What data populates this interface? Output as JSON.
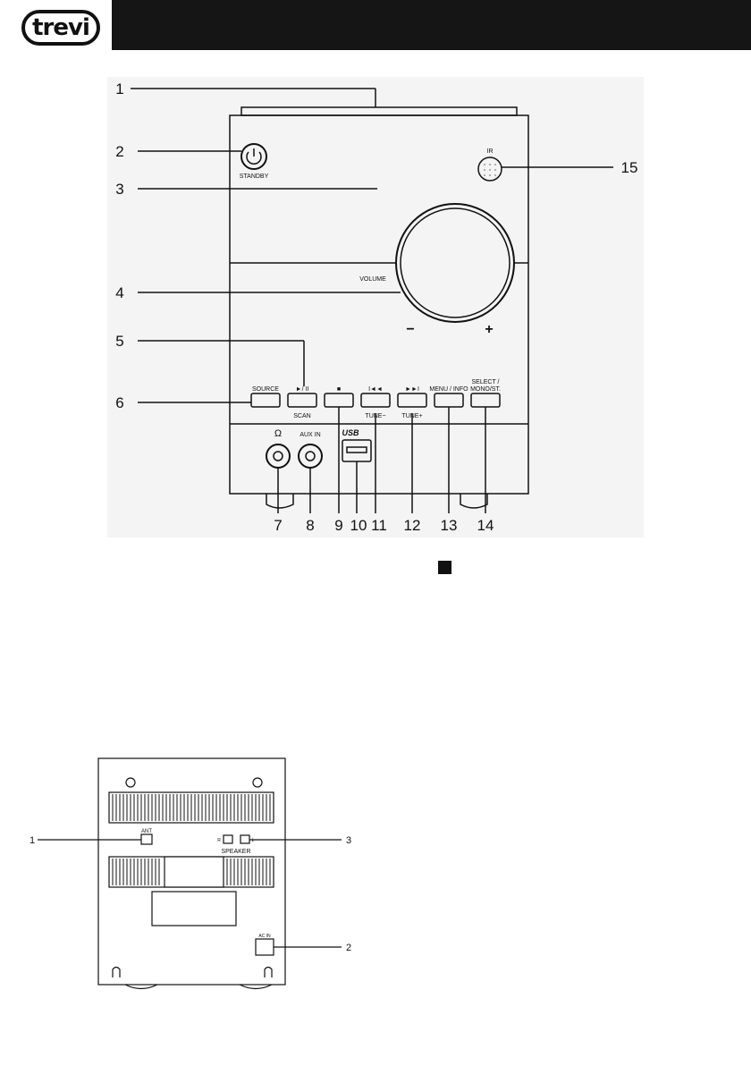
{
  "logo": {
    "text": "trevi"
  },
  "front_panel": {
    "labels": {
      "standby": "STANDBY",
      "ir": "IR",
      "volume": "VOLUME",
      "minus": "−",
      "plus": "+",
      "source": "SOURCE",
      "play_pause": "►/ II",
      "scan": "SCAN",
      "stop": "■",
      "prev": "I◄◄",
      "tune_minus": "TUNE−",
      "next": "►►I",
      "tune_plus": "TUNE+",
      "menu_info": "MENU / INFO",
      "select_line1": "SELECT /",
      "select_line2": "MONO/ST.",
      "aux_in": "AUX IN",
      "usb": "USB",
      "headphone": "Ω"
    },
    "callouts": [
      "1",
      "2",
      "3",
      "4",
      "5",
      "6",
      "7",
      "8",
      "9",
      "10",
      "11",
      "12",
      "13",
      "14",
      "15"
    ]
  },
  "rear_panel": {
    "labels": {
      "ant": "ANT",
      "speaker": "SPEAKER",
      "ac_in": "AC IN",
      "r": "R",
      "l": "L"
    },
    "callouts": [
      "1",
      "3",
      "2"
    ]
  },
  "colors": {
    "header_bar": "#151515",
    "figure_bg": "#f4f4f4",
    "ink": "#111111"
  }
}
